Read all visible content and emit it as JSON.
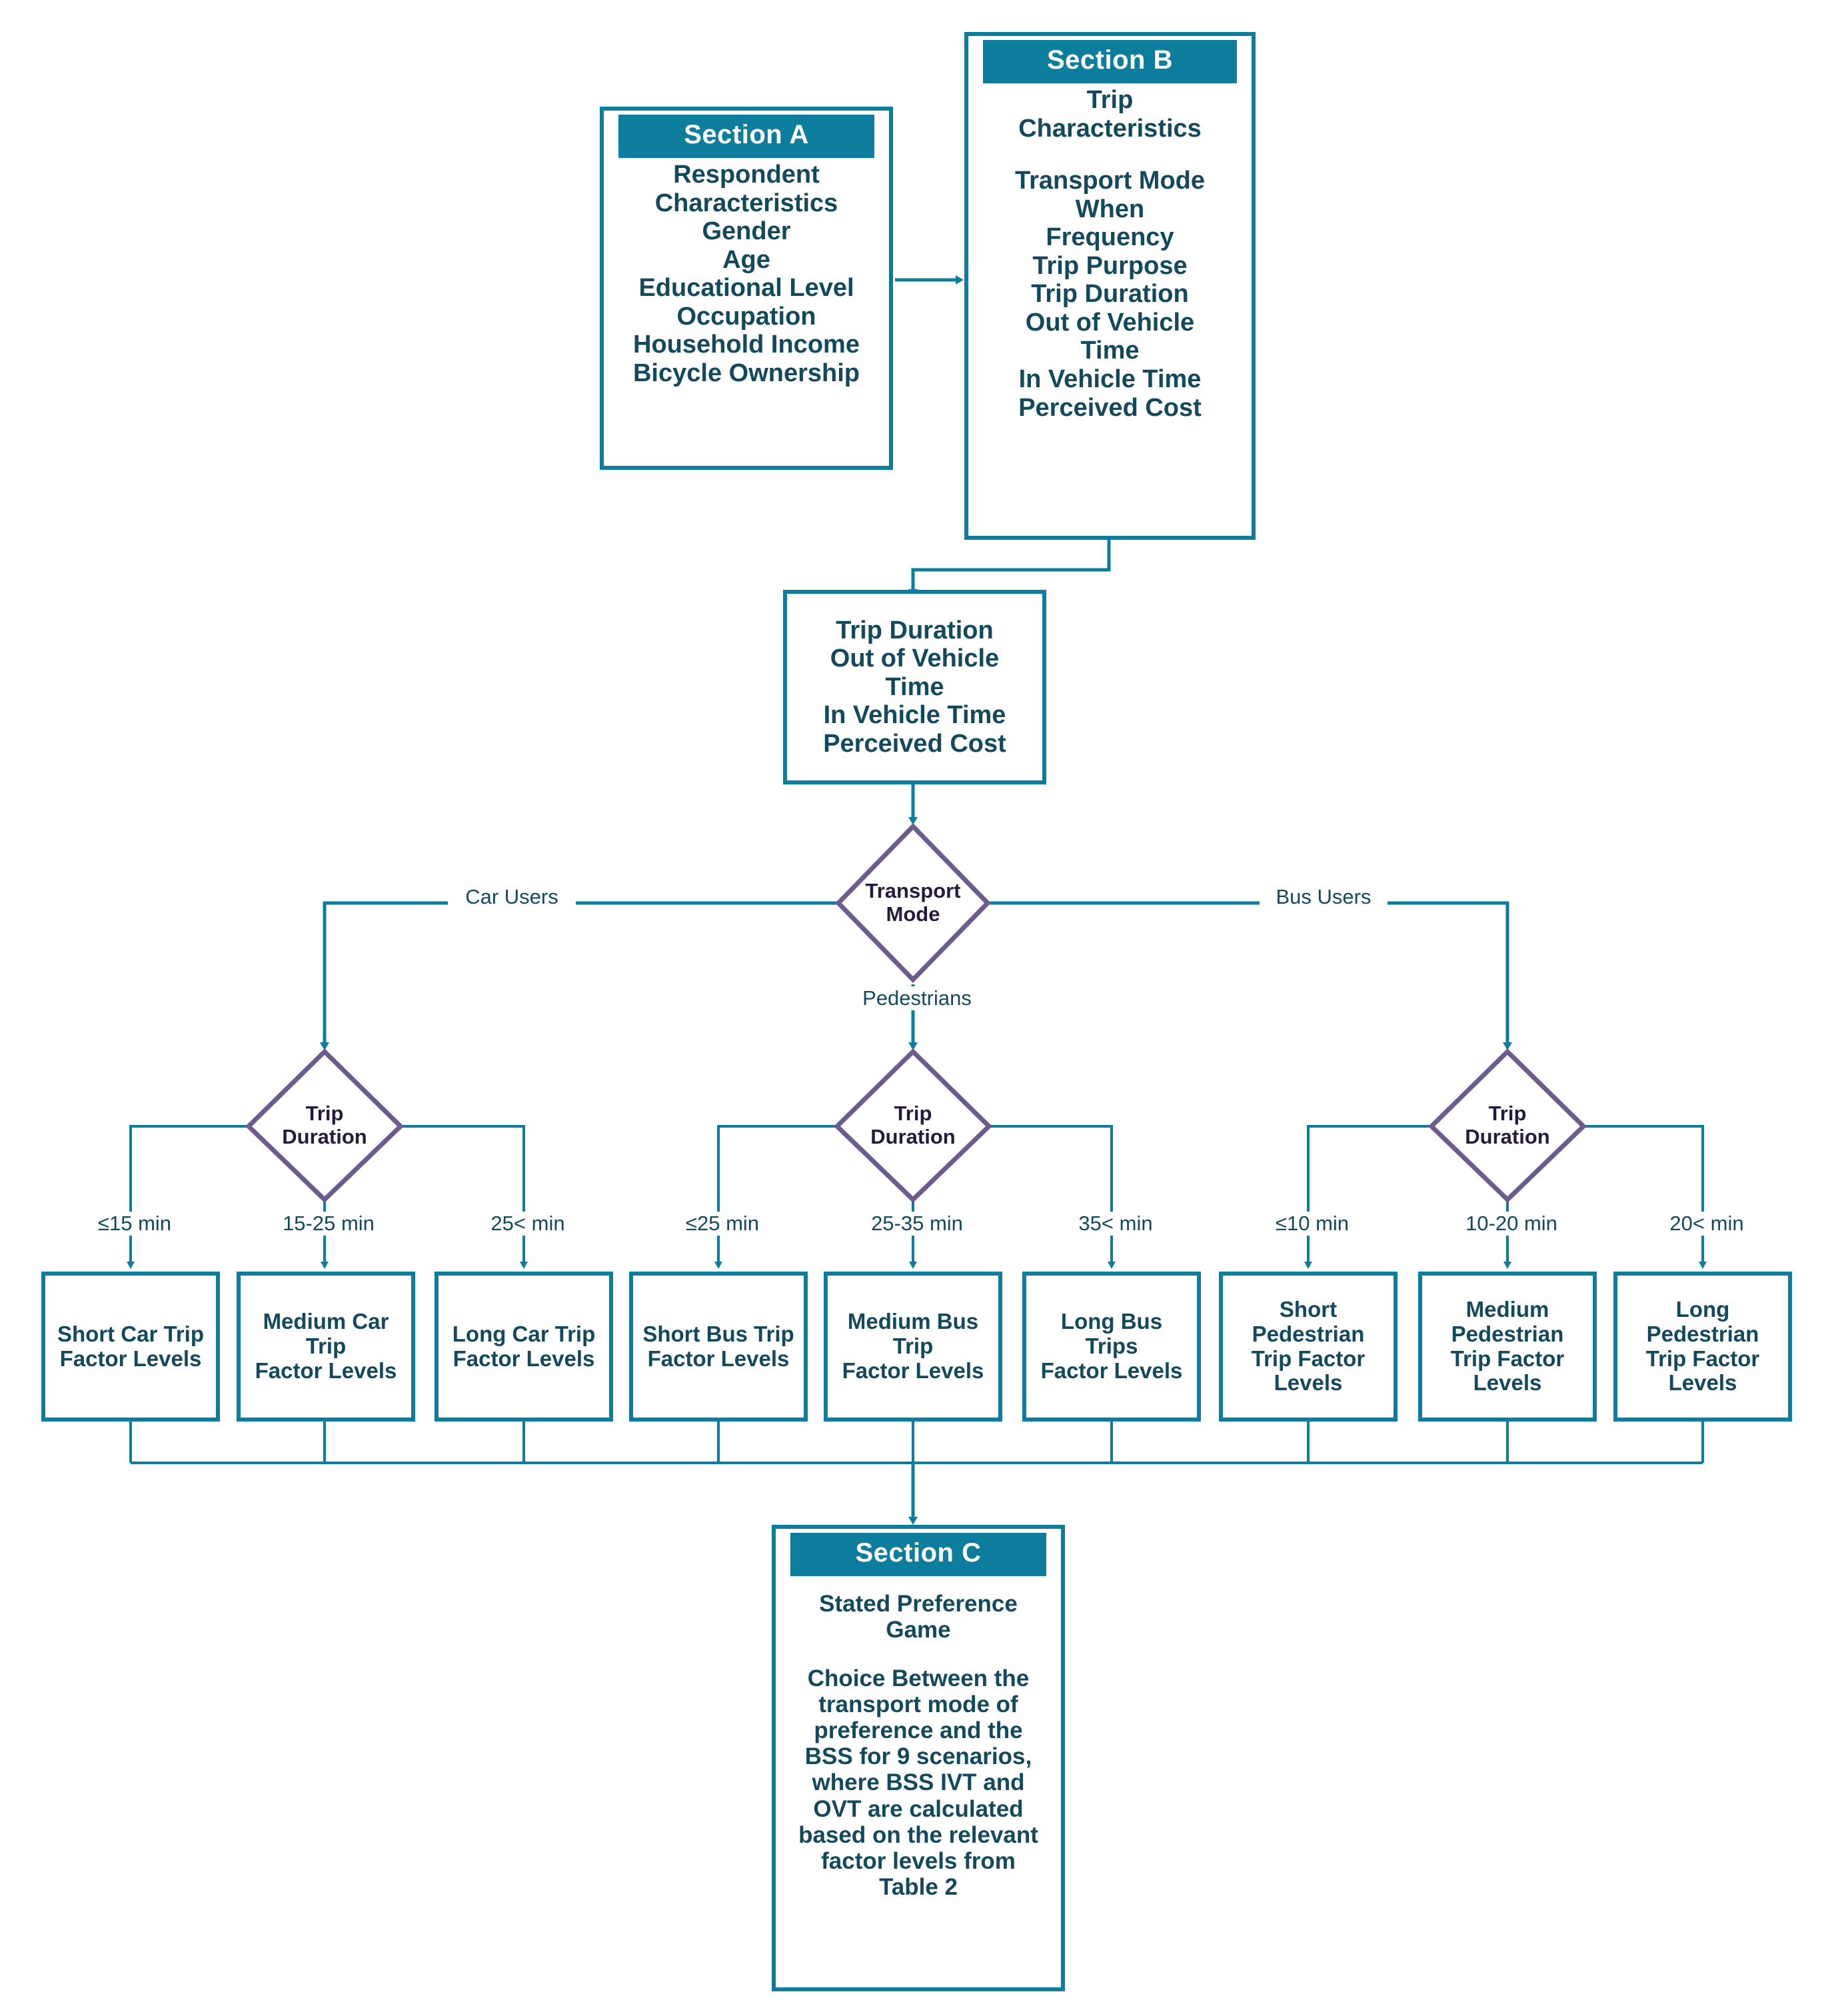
{
  "colors": {
    "teal": "#0d7d9e",
    "dark_text": "#13495c",
    "purple": "#6b5b8f",
    "diamond_text": "#261b3d",
    "white": "#ffffff"
  },
  "section_a": {
    "header": "Section A",
    "lines": [
      "Respondent",
      "Characteristics",
      "Gender",
      "Age",
      "Educational Level",
      "Occupation",
      "Household Income",
      "Bicycle Ownership"
    ]
  },
  "section_b": {
    "header": "Section B",
    "lines_top": [
      "Trip",
      "Characteristics"
    ],
    "lines_bottom": [
      "Transport Mode",
      "When",
      "Frequency",
      "Trip Purpose",
      "Trip Duration",
      "Out of Vehicle",
      "Time",
      "In Vehicle Time",
      "Perceived Cost"
    ]
  },
  "attributes_box": {
    "lines": [
      "Trip Duration",
      "Out of Vehicle",
      "Time",
      "In Vehicle Time",
      "Perceived Cost"
    ]
  },
  "transport_mode_diamond": {
    "line1": "Transport",
    "line2": "Mode"
  },
  "mode_edges": {
    "car": "Car Users",
    "pedestrian": "Pedestrians",
    "bus": "Bus Users"
  },
  "duration_diamonds": [
    {
      "line1": "Trip",
      "line2": "Duration"
    },
    {
      "line1": "Trip",
      "line2": "Duration"
    },
    {
      "line1": "Trip",
      "line2": "Duration"
    }
  ],
  "duration_edge_labels": [
    "≤15 min",
    "15-25 min",
    "25< min",
    "≤25 min",
    "25-35 min",
    "35< min",
    "≤10 min",
    "10-20 min",
    "20< min"
  ],
  "factor_boxes": [
    {
      "lines": [
        "Short Car Trip",
        "Factor Levels"
      ]
    },
    {
      "lines": [
        "Medium Car",
        "Trip",
        "Factor Levels"
      ]
    },
    {
      "lines": [
        "Long Car Trip",
        "Factor Levels"
      ]
    },
    {
      "lines": [
        "Short Bus Trip",
        "Factor Levels"
      ]
    },
    {
      "lines": [
        "Medium Bus",
        "Trip",
        "Factor Levels"
      ]
    },
    {
      "lines": [
        "Long Bus",
        "Trips",
        "Factor Levels"
      ]
    },
    {
      "lines": [
        "Short",
        "Pedestrian",
        "Trip Factor",
        "Levels"
      ]
    },
    {
      "lines": [
        "Medium",
        "Pedestrian",
        "Trip Factor",
        "Levels"
      ]
    },
    {
      "lines": [
        "Long",
        "Pedestrian",
        "Trip Factor",
        "Levels"
      ]
    }
  ],
  "section_c": {
    "header": "Section C",
    "lines_top": [
      "Stated Preference",
      "Game"
    ],
    "lines_bottom": [
      "Choice Between the",
      "transport mode of",
      "preference and the",
      "BSS for 9 scenarios,",
      "where BSS IVT and",
      "OVT are calculated",
      "based on the relevant",
      "factor levels from",
      "Table 2"
    ]
  }
}
